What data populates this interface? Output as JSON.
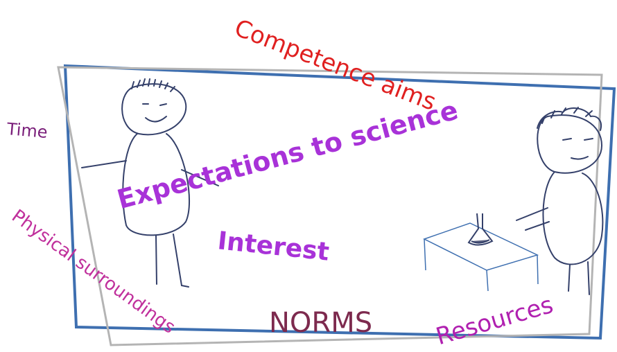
{
  "words": {
    "competence_aims": "Competence aims",
    "time": "Time",
    "expectations": "Expectations to science",
    "physical": "Physical surroundings",
    "interest": "Interest",
    "norms": "NORMS",
    "resources": "Resources"
  },
  "colors": {
    "red": "#e02020",
    "purple_dark": "#7a1f7a",
    "magenta": "#b020b0",
    "violet": "#a832d8",
    "pink": "#c0309c",
    "maroon": "#7d2a4e",
    "frame_blue": "#3e6fb0",
    "frame_grey": "#b4b4b4",
    "sketch": "#34406a"
  }
}
